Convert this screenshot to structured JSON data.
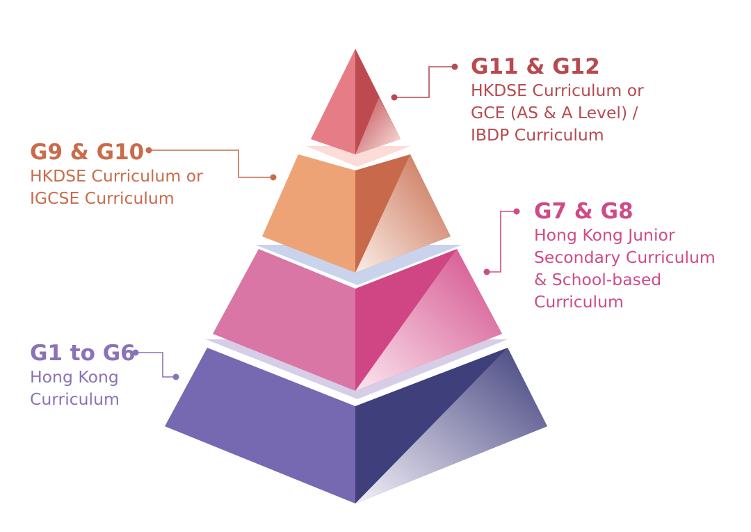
{
  "tiers": [
    {
      "id": "g11",
      "title": "G11 & G12",
      "lines": [
        "HKDSE Curriculum or",
        "GCE (AS & A Level) /",
        "IBDP Curriculum"
      ],
      "color": "#b74a4f"
    },
    {
      "id": "g9",
      "title": "G9 & G10",
      "lines": [
        "HKDSE Curriculum or",
        "IGCSE Curriculum"
      ],
      "color": "#c86c4b"
    },
    {
      "id": "g7",
      "title": "G7 & G8",
      "lines": [
        "Hong Kong Junior",
        "Secondary Curriculum",
        "& School-based",
        "Curriculum"
      ],
      "color": "#cf4b87"
    },
    {
      "id": "g1",
      "title": "G1 to G6",
      "lines": [
        "Hong Kong",
        "Curriculum"
      ],
      "color": "#8a72b8"
    }
  ],
  "palette": {
    "top_left": "#e67d86",
    "top_right": "#bc4a4e",
    "orange_left": "#eea376",
    "orange_right": "#c8694b",
    "pink_left": "#d976a6",
    "pink_right": "#d04685",
    "purple_left": "#7669b1",
    "purple_right": "#3f3f7c",
    "band_top": "#fbdcd6",
    "band_mid": "#c9d3ec",
    "band_bottom": "#d6cde6"
  }
}
